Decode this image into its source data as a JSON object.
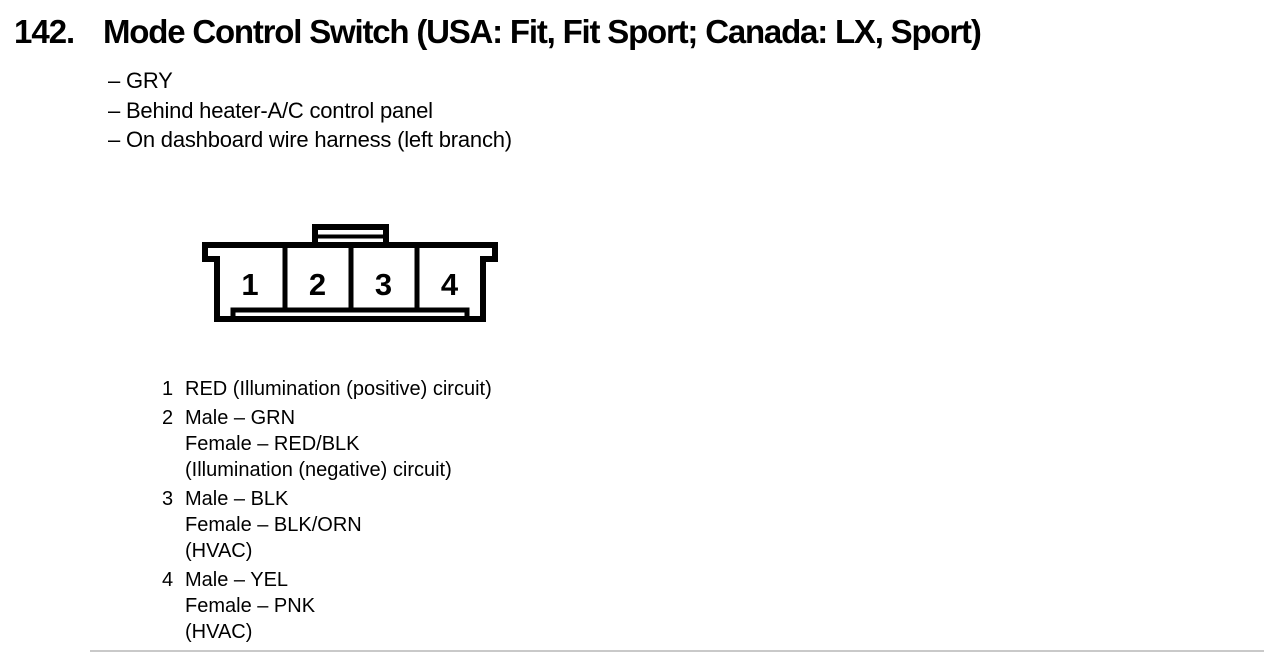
{
  "header": {
    "number": "142.",
    "title": "Mode Control Switch (USA: Fit, Fit Sport; Canada: LX, Sport)"
  },
  "notes": [
    "– GRY",
    "– Behind heater-A/C control panel",
    "– On dashboard wire harness (left branch)"
  ],
  "connector": {
    "type": "4-pin connector, terminal side view",
    "pins": [
      "1",
      "2",
      "3",
      "4"
    ]
  },
  "pin_list": [
    {
      "pin": "1",
      "lines": [
        "RED (Illumination (positive) circuit)"
      ]
    },
    {
      "pin": "2",
      "lines": [
        "Male – GRN",
        "Female – RED/BLK",
        "(Illumination (negative) circuit)"
      ]
    },
    {
      "pin": "3",
      "lines": [
        "Male – BLK",
        "Female – BLK/ORN",
        "(HVAC)"
      ]
    },
    {
      "pin": "4",
      "lines": [
        "Male – YEL",
        "Female – PNK",
        "(HVAC)"
      ]
    }
  ],
  "colors": {
    "ink": "#000000",
    "paper": "#ffffff"
  }
}
